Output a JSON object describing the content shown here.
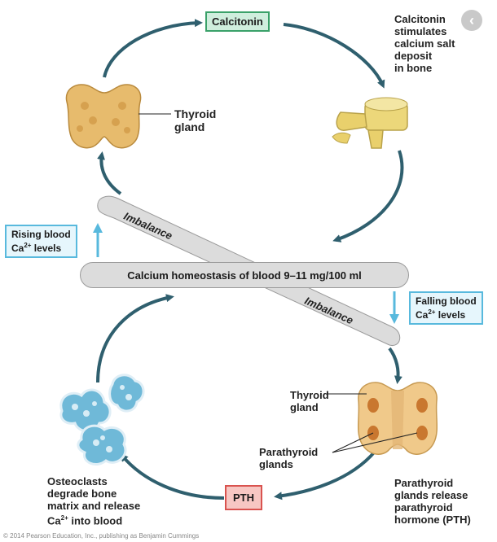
{
  "hormones": {
    "calcitonin": "Calcitonin",
    "pth": "PTH"
  },
  "steps": {
    "calcitonin_action": [
      "Calcitonin",
      "stimulates",
      "calcium salt",
      "deposit",
      "in bone"
    ],
    "thyroid_top": [
      "Thyroid",
      "gland"
    ],
    "thyroid_bottom": [
      "Thyroid",
      "gland"
    ],
    "parathyroid": [
      "Parathyroid",
      "glands"
    ],
    "parathyroid_release": [
      "Parathyroid",
      "glands release",
      "parathyroid",
      "hormone (PTH)"
    ],
    "osteoclasts": [
      "Osteoclasts",
      "degrade bone",
      "matrix and release"
    ],
    "osteoclasts_last": {
      "pre": "Ca",
      "sup": "2+",
      "post": " into blood"
    }
  },
  "levels": {
    "rising": {
      "line1": "Rising blood",
      "pre": "Ca",
      "sup": "2+",
      "post": " levels"
    },
    "falling": {
      "line1": "Falling blood",
      "pre": "Ca",
      "sup": "2+",
      "post": " levels"
    }
  },
  "homeostasis": "Calcium homeostasis of blood 9–11 mg/100 ml",
  "imbalance_top": "Imbalance",
  "imbalance_bottom": "Imbalance",
  "nav": {
    "back_glyph": "‹"
  },
  "credit": "© 2014 Pearson Education, Inc., publishing as Benjamin Cummings",
  "colors": {
    "arrow": "#2f5f6e",
    "accent_blue": "#58b9dd",
    "calcitonin_box": "#cfeedd",
    "pth_box": "#f7c7c3",
    "tissue": "#e6b96a"
  },
  "icons": [
    "thyroid-gland-icon",
    "bone-icon",
    "parathyroid-gland-icon",
    "osteoclast-cells-icon",
    "up-arrow-icon",
    "down-arrow-icon"
  ]
}
